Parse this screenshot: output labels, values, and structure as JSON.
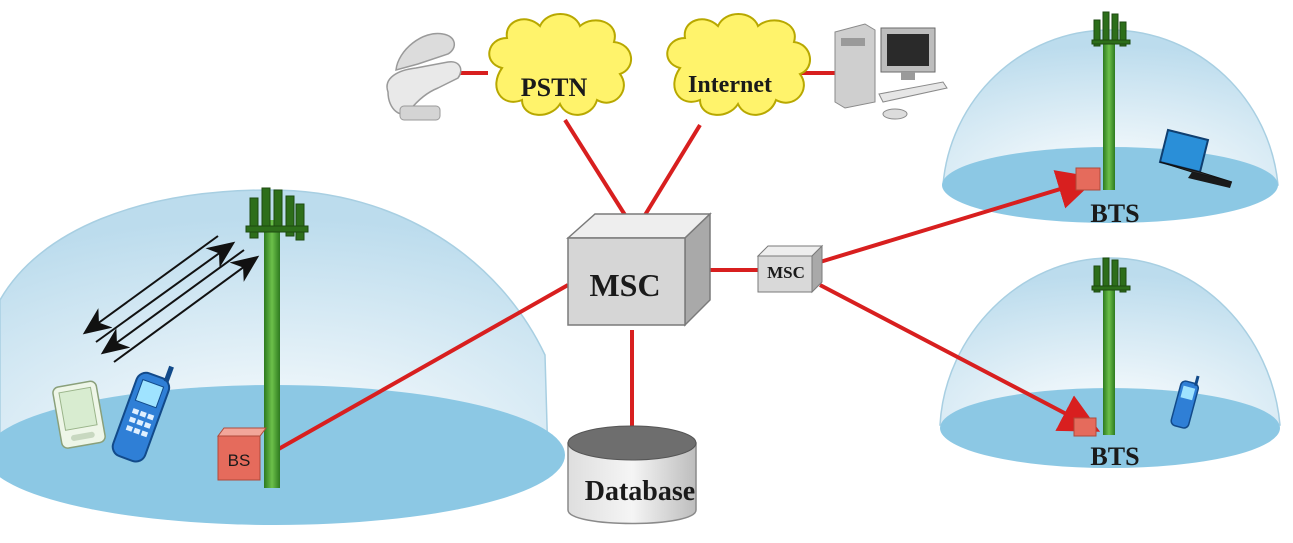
{
  "nodes": {
    "pstn": "PSTN",
    "internet": "Internet",
    "msc_main": "MSC",
    "msc_small": "MSC",
    "database": "Database",
    "bs": "BS",
    "bts_top": "BTS",
    "bts_bottom": "BTS"
  },
  "icons": {
    "phone": "telephone-icon",
    "computer": "desktop-computer-icon",
    "tower": "cell-tower-icon",
    "laptop": "laptop-icon",
    "handset": "mobile-phone-icon",
    "pda": "pda-icon",
    "cloud": "cloud-icon"
  },
  "colors": {
    "link": "#d81f1f",
    "cloud": "#fff36b",
    "tower": "#3a9a2a",
    "dome": "#cfe6f2",
    "ground": "#8cc8e4",
    "box": "#cfcfcf",
    "bs_box": "#e56b5c"
  }
}
